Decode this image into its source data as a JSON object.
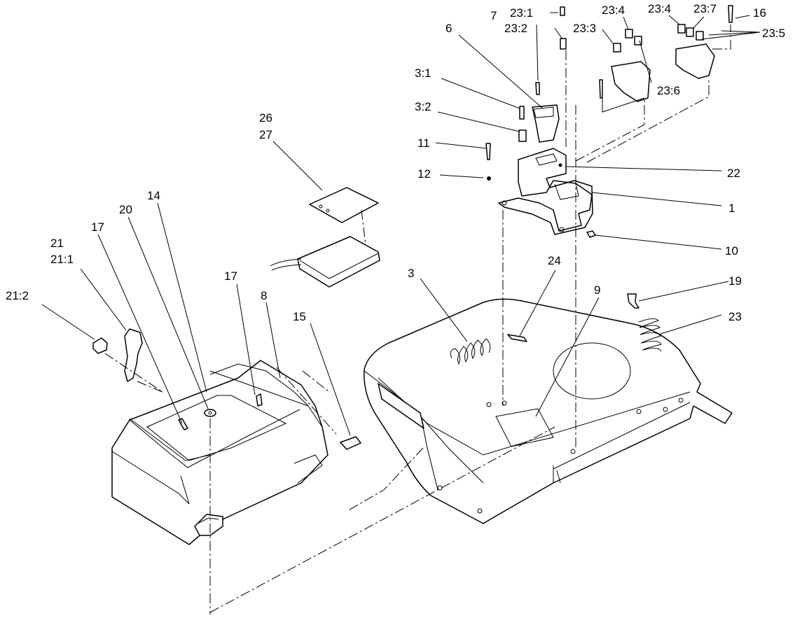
{
  "callouts": {
    "c23_1": "23:1",
    "c23_2": "23:2",
    "c23_3": "23:3",
    "c23_4a": "23:4",
    "c23_4b": "23:4",
    "c23_7": "23:7",
    "c16": "16",
    "c23_5": "23:5",
    "c23_6": "23:6",
    "c7": "7",
    "c6": "6",
    "c3_1": "3:1",
    "c3_2": "3:2",
    "c11": "11",
    "c12": "12",
    "c22": "22",
    "c1": "1",
    "c10": "10",
    "c26": "26",
    "c27": "27",
    "c14": "14",
    "c20": "20",
    "c17a": "17",
    "c21": "21",
    "c21_1": "21:1",
    "c21_2": "21:2",
    "c17b": "17",
    "c8": "8",
    "c15": "15",
    "c3": "3",
    "c24": "24",
    "c9": "9",
    "c19": "19",
    "c23": "23"
  }
}
